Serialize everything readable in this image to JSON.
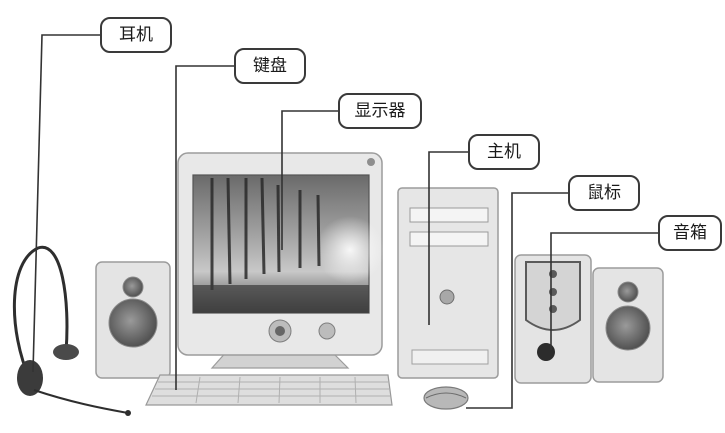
{
  "labels": {
    "headset": "耳机",
    "keyboard": "键盘",
    "monitor": "显示器",
    "host": "主机",
    "mouse": "鼠标",
    "speaker": "音箱"
  },
  "colors": {
    "line": "#333333",
    "plastic": "#e6e6e6",
    "dark": "#3c3c3c"
  }
}
